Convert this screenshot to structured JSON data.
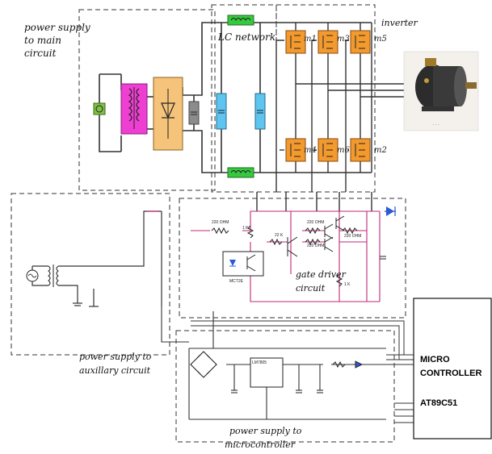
{
  "sections": {
    "main_supply": [
      "power supply",
      "to main",
      "circuit"
    ],
    "lc_network": "LC network",
    "inverter": "inverter",
    "gate_driver": [
      "gate driver",
      "circuit"
    ],
    "aux_supply": [
      "power supply to",
      "auxillary circuit"
    ],
    "mcu_supply": [
      "power supply to",
      "microcontroller"
    ]
  },
  "switches": [
    "m1",
    "m3",
    "m5",
    "m4",
    "m6",
    "m2"
  ],
  "microcontroller": [
    "MICRO",
    "CONTROLLER",
    "AT89C51"
  ],
  "component_labels": {
    "r_220_a": "220 OHM",
    "r_220_b": "220 OHM",
    "r_220_c": "220 OHM",
    "r_220_d": "220 OHM",
    "r_1k_a": "1 K",
    "r_1k_b": "1 K",
    "r_22k": "22 K",
    "opto": "MCT2E",
    "regulator": "LM7805"
  },
  "colors": {
    "source": "#7dc242",
    "transformer": "#ee3fd2",
    "rectifier": "#f5c47a",
    "capacitor_gray": "#8c8c8c",
    "capacitor_blue": "#5ec4f0",
    "inductor": "#36c83f",
    "switch": "#f39a2e",
    "gate_wire": "#c0287a"
  },
  "icons": [
    "ac-source-icon",
    "transformer-icon",
    "rectifier-icon",
    "motor-photo-icon",
    "mosfet-icon",
    "diode-icon"
  ]
}
